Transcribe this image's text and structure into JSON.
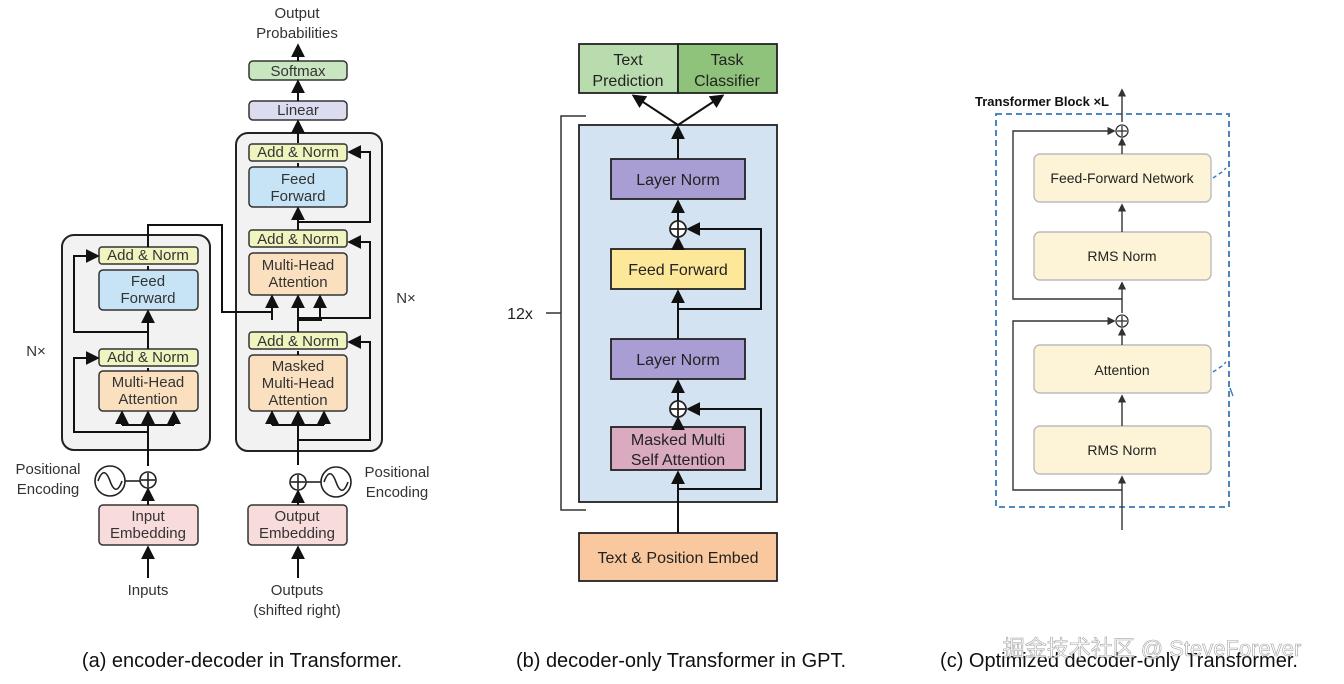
{
  "panel_a": {
    "output_probs": [
      "Output",
      "Probabilities"
    ],
    "softmax": "Softmax",
    "linear": "Linear",
    "dec_add_norm_top": "Add & Norm",
    "dec_feed": [
      "Feed",
      "Forward"
    ],
    "dec_add_norm_mid": "Add & Norm",
    "dec_mha": [
      "Multi-Head",
      "Attention"
    ],
    "dec_add_norm_bot": "Add & Norm",
    "dec_masked": [
      "Masked",
      "Multi-Head",
      "Attention"
    ],
    "dec_nx": "N×",
    "enc_add_norm_top": "Add & Norm",
    "enc_feed": [
      "Feed",
      "Forward"
    ],
    "enc_add_norm_bot": "Add & Norm",
    "enc_mha": [
      "Multi-Head",
      "Attention"
    ],
    "enc_nx": "N×",
    "pos_enc_left": [
      "Positional",
      "Encoding"
    ],
    "pos_enc_right": [
      "Positional",
      "Encoding"
    ],
    "input_embedding": [
      "Input",
      "Embedding"
    ],
    "output_embedding": [
      "Output",
      "Embedding"
    ],
    "inputs": "Inputs",
    "outputs": [
      "Outputs",
      "(shifted right)"
    ],
    "caption": "(a) encoder-decoder in Transformer."
  },
  "panel_b": {
    "text_prediction": [
      "Text",
      "Prediction"
    ],
    "task_classifier": [
      "Task",
      "Classifier"
    ],
    "layer_norm_top": "Layer Norm",
    "feed_forward": "Feed Forward",
    "layer_norm_bot": "Layer Norm",
    "masked_attn": [
      "Masked Multi",
      "Self Attention"
    ],
    "repeat": "12x",
    "embed": "Text & Position Embed",
    "caption": "(b) decoder-only Transformer in GPT."
  },
  "panel_c": {
    "title": "Transformer Block ×L",
    "ffn": "Feed-Forward Network",
    "rms_top": "RMS Norm",
    "attention": "Attention",
    "rms_bot": "RMS Norm",
    "caption": "(c) Optimized decoder-only Transformer.",
    "watermark": "掘金技术社区 @ SteveForever"
  }
}
